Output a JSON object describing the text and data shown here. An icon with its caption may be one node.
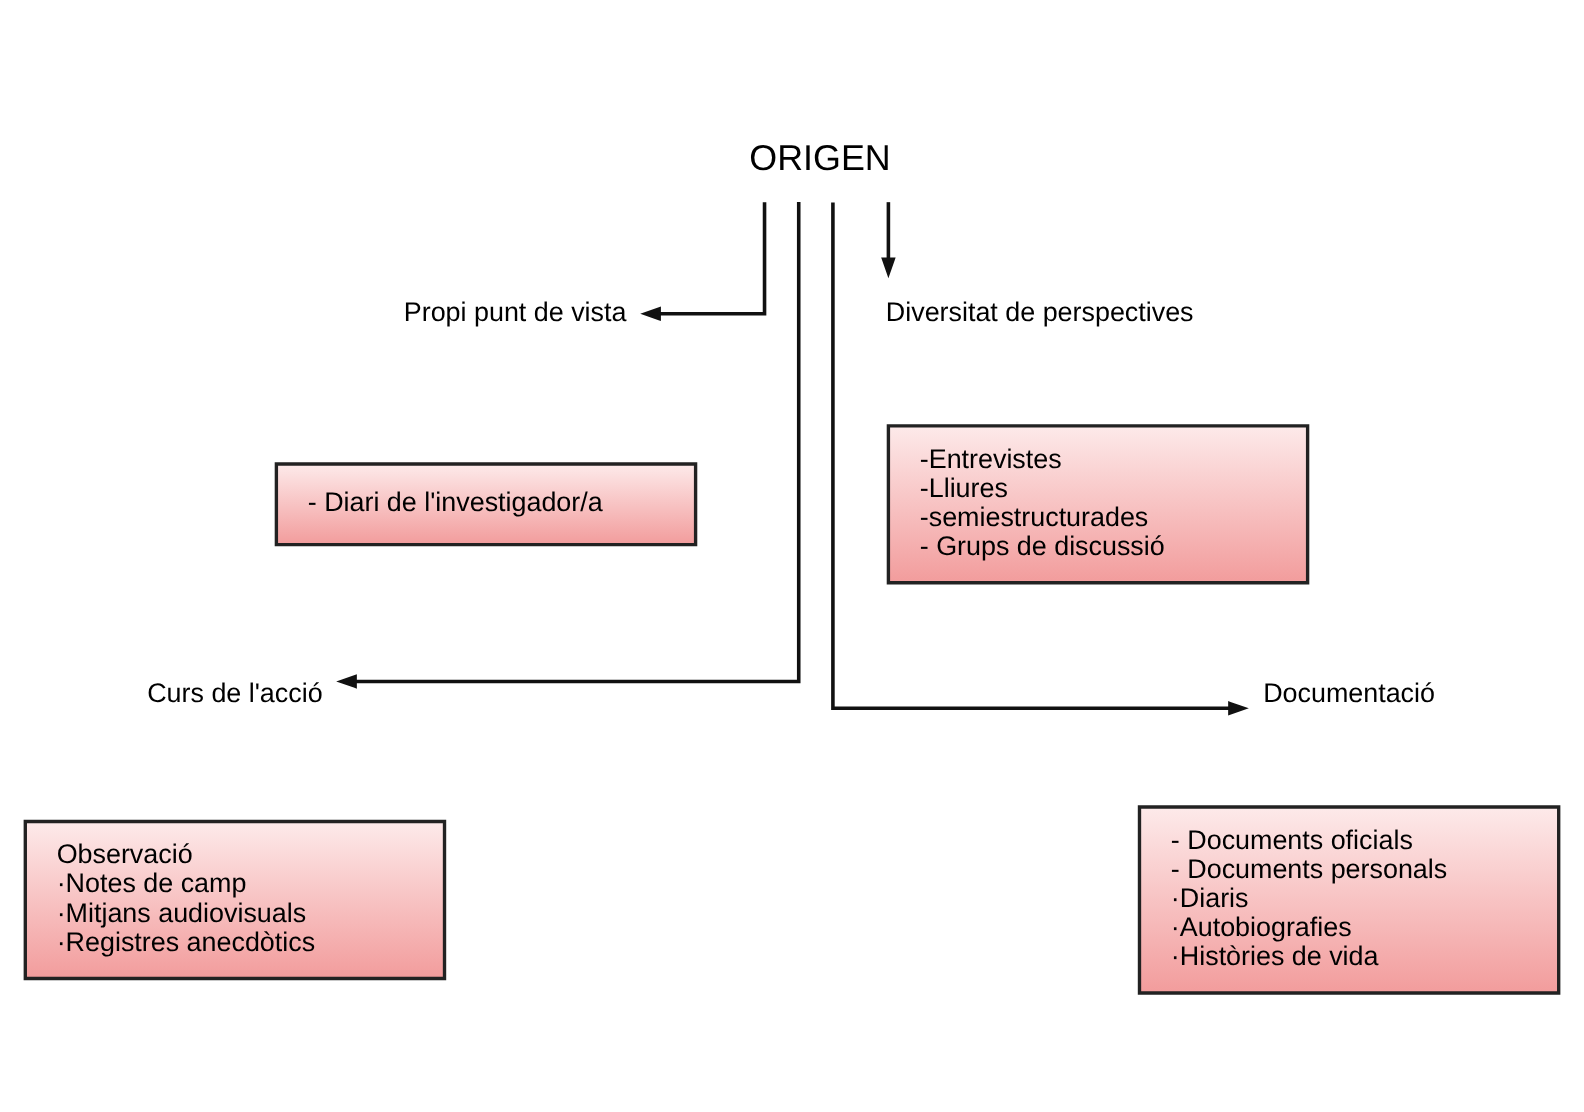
{
  "diagram": {
    "nodes": [
      {
        "text": [
          "ORIGEN"
        ]
      },
      {
        "text": [
          "Propi punt de vista"
        ]
      },
      {
        "text": [
          "Diversitat de perspectives"
        ]
      },
      {
        "text": [
          "- Diari de l'investigador/a"
        ]
      },
      {
        "text": [
          "-Entrevistes",
          "-Lliures",
          "-semiestructurades",
          "- Grups de discussió"
        ]
      },
      {
        "text": [
          "Curs de l'acció"
        ]
      },
      {
        "text": [
          "Documentació"
        ]
      },
      {
        "text": [
          "Observació",
          "·Notes de camp",
          "·Mitjans audiovisuals",
          "·Registres anecdòtics"
        ]
      },
      {
        "text": [
          "- Documents oficials",
          "- Documents personals",
          "·Diaris",
          "·Autobiografies",
          "·Històries de vida"
        ]
      }
    ],
    "edges": [
      {
        "from": 0,
        "to": 1,
        "arrow": "to"
      },
      {
        "from": 0,
        "to": 2,
        "arrow": "to"
      },
      {
        "from": 0,
        "to": 5,
        "arrow": "to"
      },
      {
        "from": 0,
        "to": 6,
        "arrow": "to"
      }
    ]
  }
}
